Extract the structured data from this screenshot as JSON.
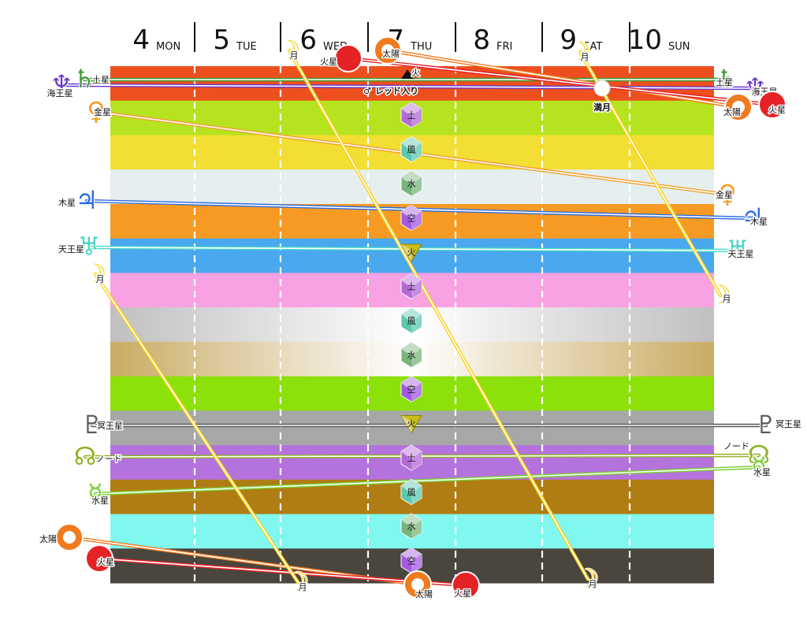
{
  "days": [
    {
      "num": "4",
      "name": "MON",
      "color": "#111111"
    },
    {
      "num": "5",
      "name": "TUE",
      "color": "#111111"
    },
    {
      "num": "6",
      "name": "WED",
      "color": "#111111"
    },
    {
      "num": "7",
      "name": "THU",
      "color": "#111111"
    },
    {
      "num": "8",
      "name": "FRI",
      "color": "#111111"
    },
    {
      "num": "9",
      "name": "SAT",
      "color": "#2f6fd6"
    },
    {
      "num": "10",
      "name": "SUN",
      "color": "#e52226"
    }
  ],
  "element_bands": [
    "#ed4f1f",
    "#b6e31f",
    "#f3de33",
    "#e6efef",
    "#f79a23",
    "#4aa8ee",
    "#f9a2e3",
    "#c0c0c0",
    "#c9ab64",
    "#8ce10b",
    "#a6a8a8",
    "#b473dc",
    "#b07c14",
    "#80f8f0",
    "#4a463d"
  ],
  "element_colors": {
    "earth": "#b36ad8",
    "wind": "#5cc8ae",
    "water": "#79b47c",
    "void": "#a35ae0",
    "fire": "#cbbd1a"
  },
  "elements": [
    {
      "type": "earth",
      "label": "土"
    },
    {
      "type": "wind",
      "label": "風"
    },
    {
      "type": "water",
      "label": "水"
    },
    {
      "type": "void",
      "label": "空"
    },
    {
      "type": "fire",
      "label": "火"
    },
    {
      "type": "earth",
      "label": "土"
    },
    {
      "type": "wind",
      "label": "風"
    },
    {
      "type": "water",
      "label": "水"
    },
    {
      "type": "void",
      "label": "空"
    },
    {
      "type": "fire",
      "label": "火"
    },
    {
      "type": "earth",
      "label": "土"
    },
    {
      "type": "wind",
      "label": "風"
    },
    {
      "type": "water",
      "label": "水"
    },
    {
      "type": "void",
      "label": "空"
    }
  ],
  "planet_colors": {
    "moon": "#f7d21c",
    "sun": "#f07a1e",
    "mars": "#e52226",
    "saturn": "#3f9a34",
    "neptune": "#6a39c9",
    "venus": "#f3a12b",
    "jupiter": "#2c6be0",
    "uranus": "#48d6c7",
    "pluto": "#5a5a5a",
    "node": "#8fb226",
    "mercury": "#78cf34"
  },
  "planet_glyphs": {
    "moon": "☽",
    "sun": "☉",
    "mars": "♂",
    "saturn": "♄",
    "neptune": "♆",
    "venus": "♀",
    "jupiter": "♃",
    "uranus": "♅",
    "pluto": "♇",
    "node": "☊",
    "mercury": "☿"
  },
  "markers": [
    {
      "planet": "mars",
      "label": "火星"
    },
    {
      "planet": "sun",
      "label": "太陽"
    },
    {
      "planet": "moon",
      "label": "月"
    },
    {
      "planet": "moon",
      "label": "月"
    },
    {
      "planet": "saturn",
      "label": "土星"
    },
    {
      "planet": "neptune",
      "label": "海王星"
    },
    {
      "planet": "venus",
      "label": "金星"
    },
    {
      "planet": "jupiter",
      "label": "木星"
    },
    {
      "planet": "uranus",
      "label": "天王星"
    },
    {
      "planet": "moon",
      "label": "月"
    },
    {
      "planet": "pluto",
      "label": "冥王星"
    },
    {
      "planet": "node",
      "label": "ノード"
    },
    {
      "planet": "mercury",
      "label": "水星"
    },
    {
      "planet": "sun",
      "label": "太陽"
    },
    {
      "planet": "mars",
      "label": "火星"
    },
    {
      "planet": "moon",
      "label": "月"
    },
    {
      "planet": "sun",
      "label": "太陽"
    },
    {
      "planet": "mars",
      "label": "火星"
    },
    {
      "planet": "moon",
      "label": "月"
    },
    {
      "planet": "saturn",
      "label": "土星"
    },
    {
      "planet": "neptune",
      "label": "海王星"
    },
    {
      "planet": "sun",
      "label": "太陽"
    },
    {
      "planet": "mars",
      "label": "火星"
    },
    {
      "planet": "venus",
      "label": "金星"
    },
    {
      "planet": "jupiter",
      "label": "木星"
    },
    {
      "planet": "uranus",
      "label": "天王星"
    },
    {
      "planet": "moon",
      "label": "月"
    },
    {
      "planet": "pluto",
      "label": "冥王星"
    },
    {
      "planet": "node",
      "label": "ノード"
    },
    {
      "planet": "mercury",
      "label": "水星"
    }
  ],
  "events": {
    "red_entry": "レッド入り",
    "red_entry_glyph": "♂",
    "full_moon": "満月",
    "fire_tag": "火"
  }
}
